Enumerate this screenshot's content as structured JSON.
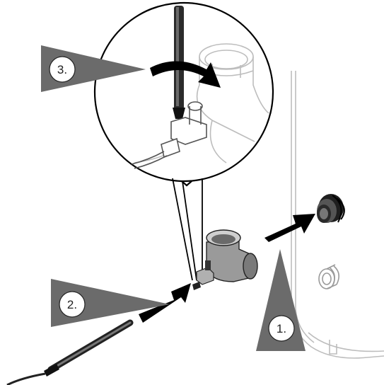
{
  "steps": [
    {
      "label": "3."
    },
    {
      "label": "2."
    },
    {
      "label": "1."
    }
  ],
  "colors": {
    "line": "#111111",
    "light_line": "#bdbdbd",
    "callout_triangle": "#6b6b6b",
    "arrow": "#000000",
    "part_fill": "#9a9a9a",
    "part_dark": "#4a4a4a",
    "background": "#ffffff"
  },
  "icons": [
    "screwdriver-icon",
    "clockwise-arrow-icon",
    "push-arrow-icon",
    "sensor-probe-icon",
    "threaded-plug-icon"
  ]
}
